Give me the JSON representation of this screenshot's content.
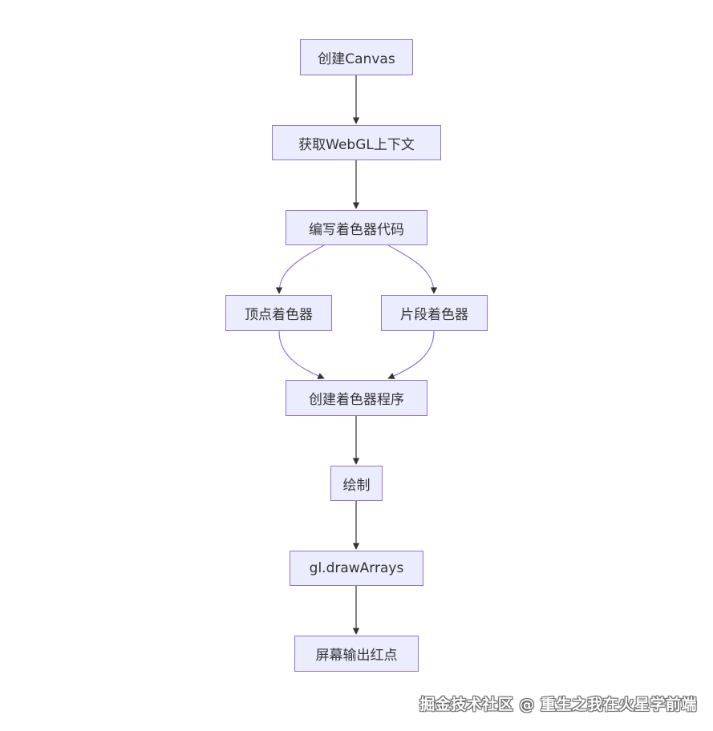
{
  "nodes": {
    "create_canvas": "创建Canvas",
    "get_context": "获取WebGL上下文",
    "write_shader_code": "编写着色器代码",
    "vertex_shader": "顶点着色器",
    "fragment_shader": "片段着色器",
    "create_program": "创建着色器程序",
    "draw": "绘制",
    "draw_arrays": "gl.drawArrays",
    "screen_output": "屏幕输出红点"
  },
  "edges": [
    {
      "from": "create_canvas",
      "to": "get_context"
    },
    {
      "from": "get_context",
      "to": "write_shader_code"
    },
    {
      "from": "write_shader_code",
      "to": "vertex_shader"
    },
    {
      "from": "write_shader_code",
      "to": "fragment_shader"
    },
    {
      "from": "vertex_shader",
      "to": "create_program"
    },
    {
      "from": "fragment_shader",
      "to": "create_program"
    },
    {
      "from": "create_program",
      "to": "draw"
    },
    {
      "from": "draw",
      "to": "draw_arrays"
    },
    {
      "from": "draw_arrays",
      "to": "screen_output"
    }
  ],
  "colors": {
    "node_fill": "#ececff",
    "node_border": "#9370db",
    "straight_edge": "#333333",
    "curved_edge": "#9370db"
  },
  "watermark": "掘金技术社区 @ 重生之我在火星学前端"
}
